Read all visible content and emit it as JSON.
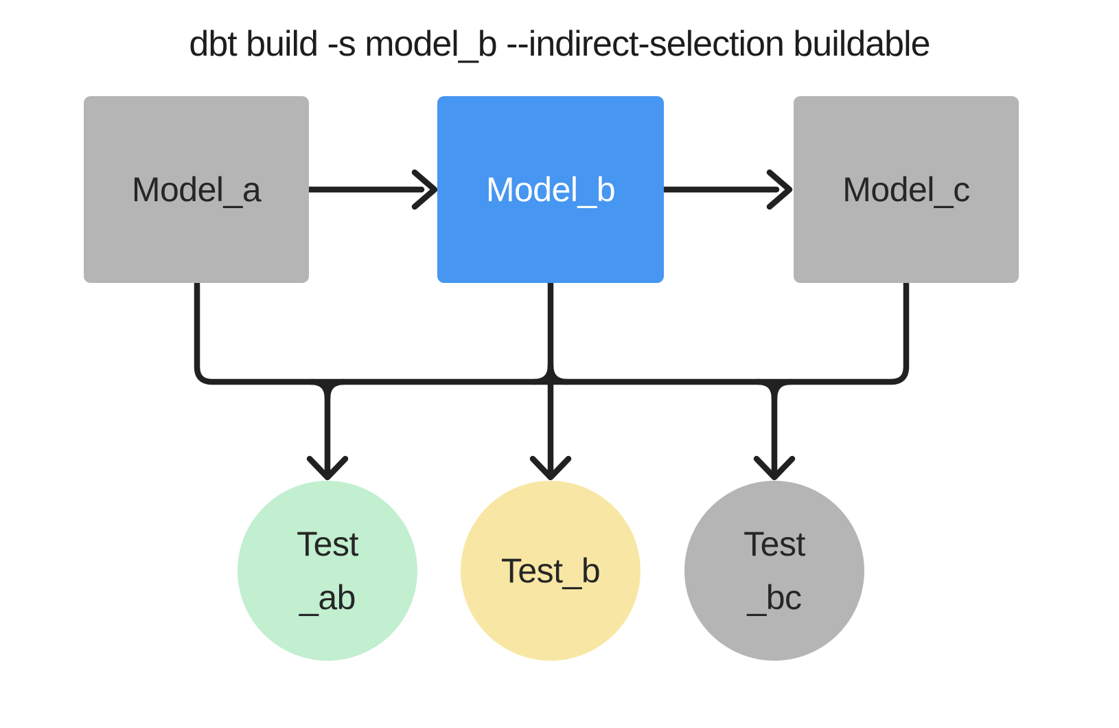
{
  "title": "dbt build -s model_b --indirect-selection buildable",
  "colors": {
    "line": "#212121",
    "model_selected": "#4696f2",
    "model_unselected": "#b5b5b5",
    "test_indirect_green": "#c1efd0",
    "test_direct_yellow": "#f8e7a4",
    "test_excluded_gray": "#b5b5b5",
    "label_dark": "#262626",
    "label_light": "#ffffff",
    "background": "#ffffff"
  },
  "nodes": {
    "model_a": {
      "label": "Model_a"
    },
    "model_b": {
      "label": "Model_b"
    },
    "model_c": {
      "label": "Model_c"
    },
    "test_ab": {
      "label_line1": "Test",
      "label_line2": "_ab"
    },
    "test_b": {
      "label_line1": "Test_b",
      "label_line2": ""
    },
    "test_bc": {
      "label_line1": "Test",
      "label_line2": "_bc"
    }
  },
  "edges": [
    {
      "from": "model_a",
      "to": "model_b"
    },
    {
      "from": "model_b",
      "to": "model_c"
    },
    {
      "from": "model_a",
      "to": "test_ab"
    },
    {
      "from": "model_b",
      "to": "test_ab"
    },
    {
      "from": "model_b",
      "to": "test_b"
    },
    {
      "from": "model_b",
      "to": "test_bc"
    },
    {
      "from": "model_c",
      "to": "test_bc"
    }
  ]
}
